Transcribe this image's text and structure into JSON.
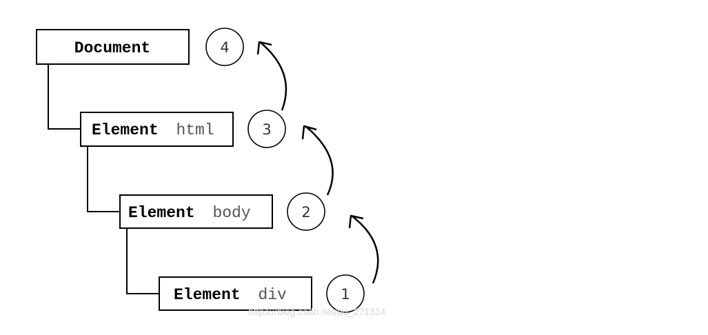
{
  "nodes": [
    {
      "type": "Document",
      "tag": ""
    },
    {
      "type": "Element",
      "tag": "html"
    },
    {
      "type": "Element",
      "tag": "body"
    },
    {
      "type": "Element",
      "tag": "div"
    }
  ],
  "steps": [
    "1",
    "2",
    "3",
    "4"
  ],
  "watermark": "https://blog.csdn.net/qq_271314",
  "colors": {
    "stroke": "#000000",
    "tag_text": "#555555",
    "background": "#ffffff"
  }
}
